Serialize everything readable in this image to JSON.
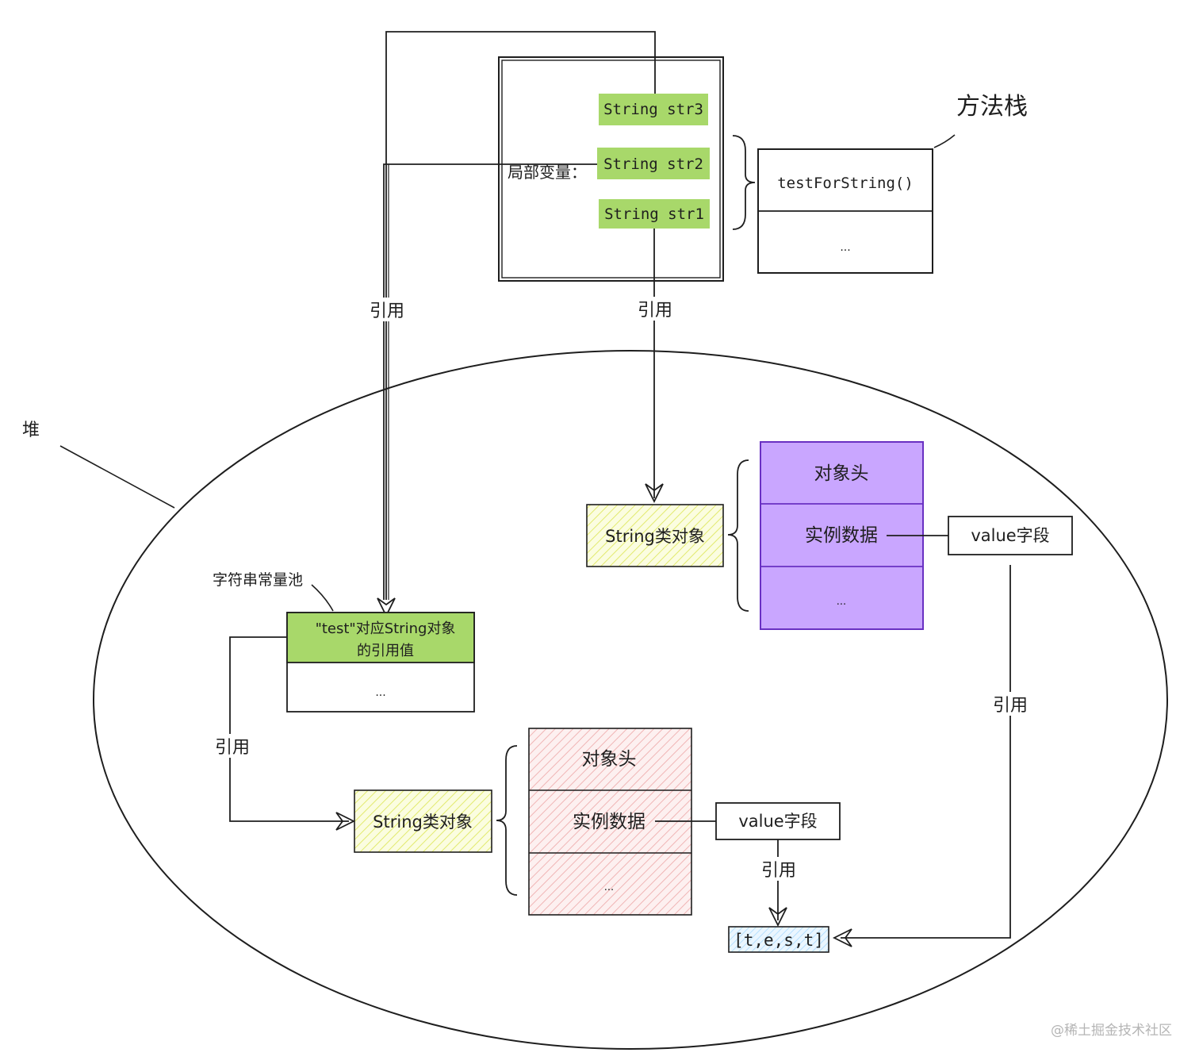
{
  "method_stack": {
    "title": "方法栈",
    "method": "testForString()",
    "more": "..."
  },
  "local_vars": {
    "label": "局部变量：",
    "str3": "String str3",
    "str2": "String str2",
    "str1": "String str1"
  },
  "heap": {
    "label": "堆"
  },
  "string_pool": {
    "label": "字符串常量池",
    "entry_line1": "\"test\"对应String对象",
    "entry_line2": "的引用值",
    "more": "..."
  },
  "string_object_top": {
    "label": "String类对象",
    "header": "对象头",
    "instance_data": "实例数据",
    "more": "...",
    "value_field": "value字段"
  },
  "string_object_bottom": {
    "label": "String类对象",
    "header": "对象头",
    "instance_data": "实例数据",
    "more": "...",
    "value_field": "value字段"
  },
  "char_array": "[t,e,s,t]",
  "edges": {
    "ref_left": "引用",
    "ref_mid": "引用",
    "ref_pool": "引用",
    "ref_right": "引用",
    "ref_value": "引用"
  },
  "watermark": "@稀土掘金技术社区",
  "colors": {
    "green": "#a8d86a",
    "yellow_hatch": "#ecf27a",
    "purple": "#c9a6ff",
    "purple_border": "#6930c3",
    "pink_hatch": "#f2b6b6",
    "blue_hatch": "#a5d8ff"
  }
}
